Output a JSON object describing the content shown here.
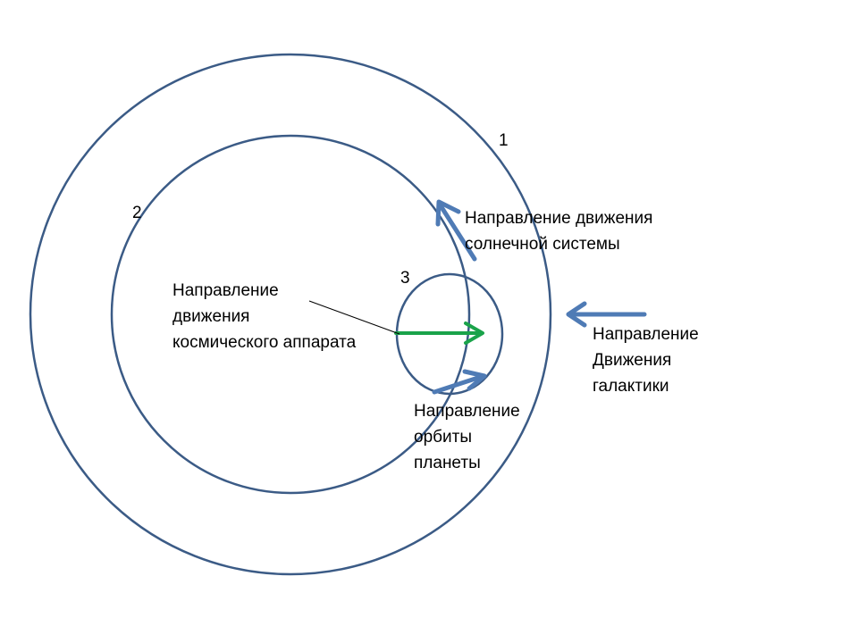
{
  "colors": {
    "orbit_outline": "#3b5b86",
    "blue_arrow": "#4f7bb5",
    "green_arrow": "#1aa34a",
    "pointer_line": "#000000",
    "text": "#000000"
  },
  "numbers": {
    "outer": "1",
    "middle": "2",
    "planet": "3"
  },
  "labels": {
    "solar_system": [
      "Направление движения",
      "солнечной системы"
    ],
    "spacecraft": [
      "Направление",
      "движения",
      "космического аппарата"
    ],
    "galaxy": [
      "Направление",
      "Движения",
      "галактики"
    ],
    "planet_orbit": [
      "Направление",
      "орбиты",
      "планеты"
    ]
  }
}
